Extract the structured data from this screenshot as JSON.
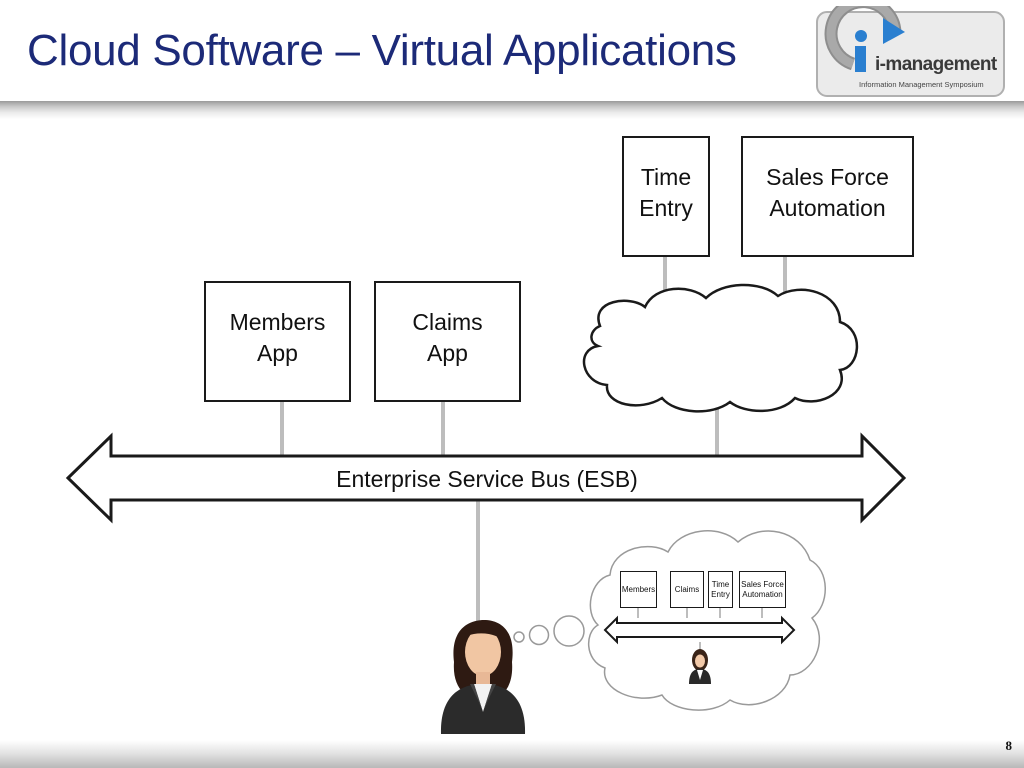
{
  "slide": {
    "title": "Cloud Software – Virtual Applications",
    "page_number": "8"
  },
  "logo": {
    "wordmark": "i-management",
    "tagline": "Information Management Symposium"
  },
  "diagram": {
    "apps": {
      "members": "Members\nApp",
      "claims": "Claims\nApp",
      "time_entry": "Time\nEntry",
      "sales_force": "Sales Force\nAutomation"
    },
    "esb_label": "Enterprise Service Bus (ESB)",
    "thought_bubble": {
      "members": "Members",
      "claims": "Claims",
      "time_entry": "Time\nEntry",
      "sales_force": "Sales Force\nAutomation"
    }
  },
  "colors": {
    "title": "#1c2a78",
    "connector": "#bdbdbd",
    "outline": "#1a1a1a"
  }
}
